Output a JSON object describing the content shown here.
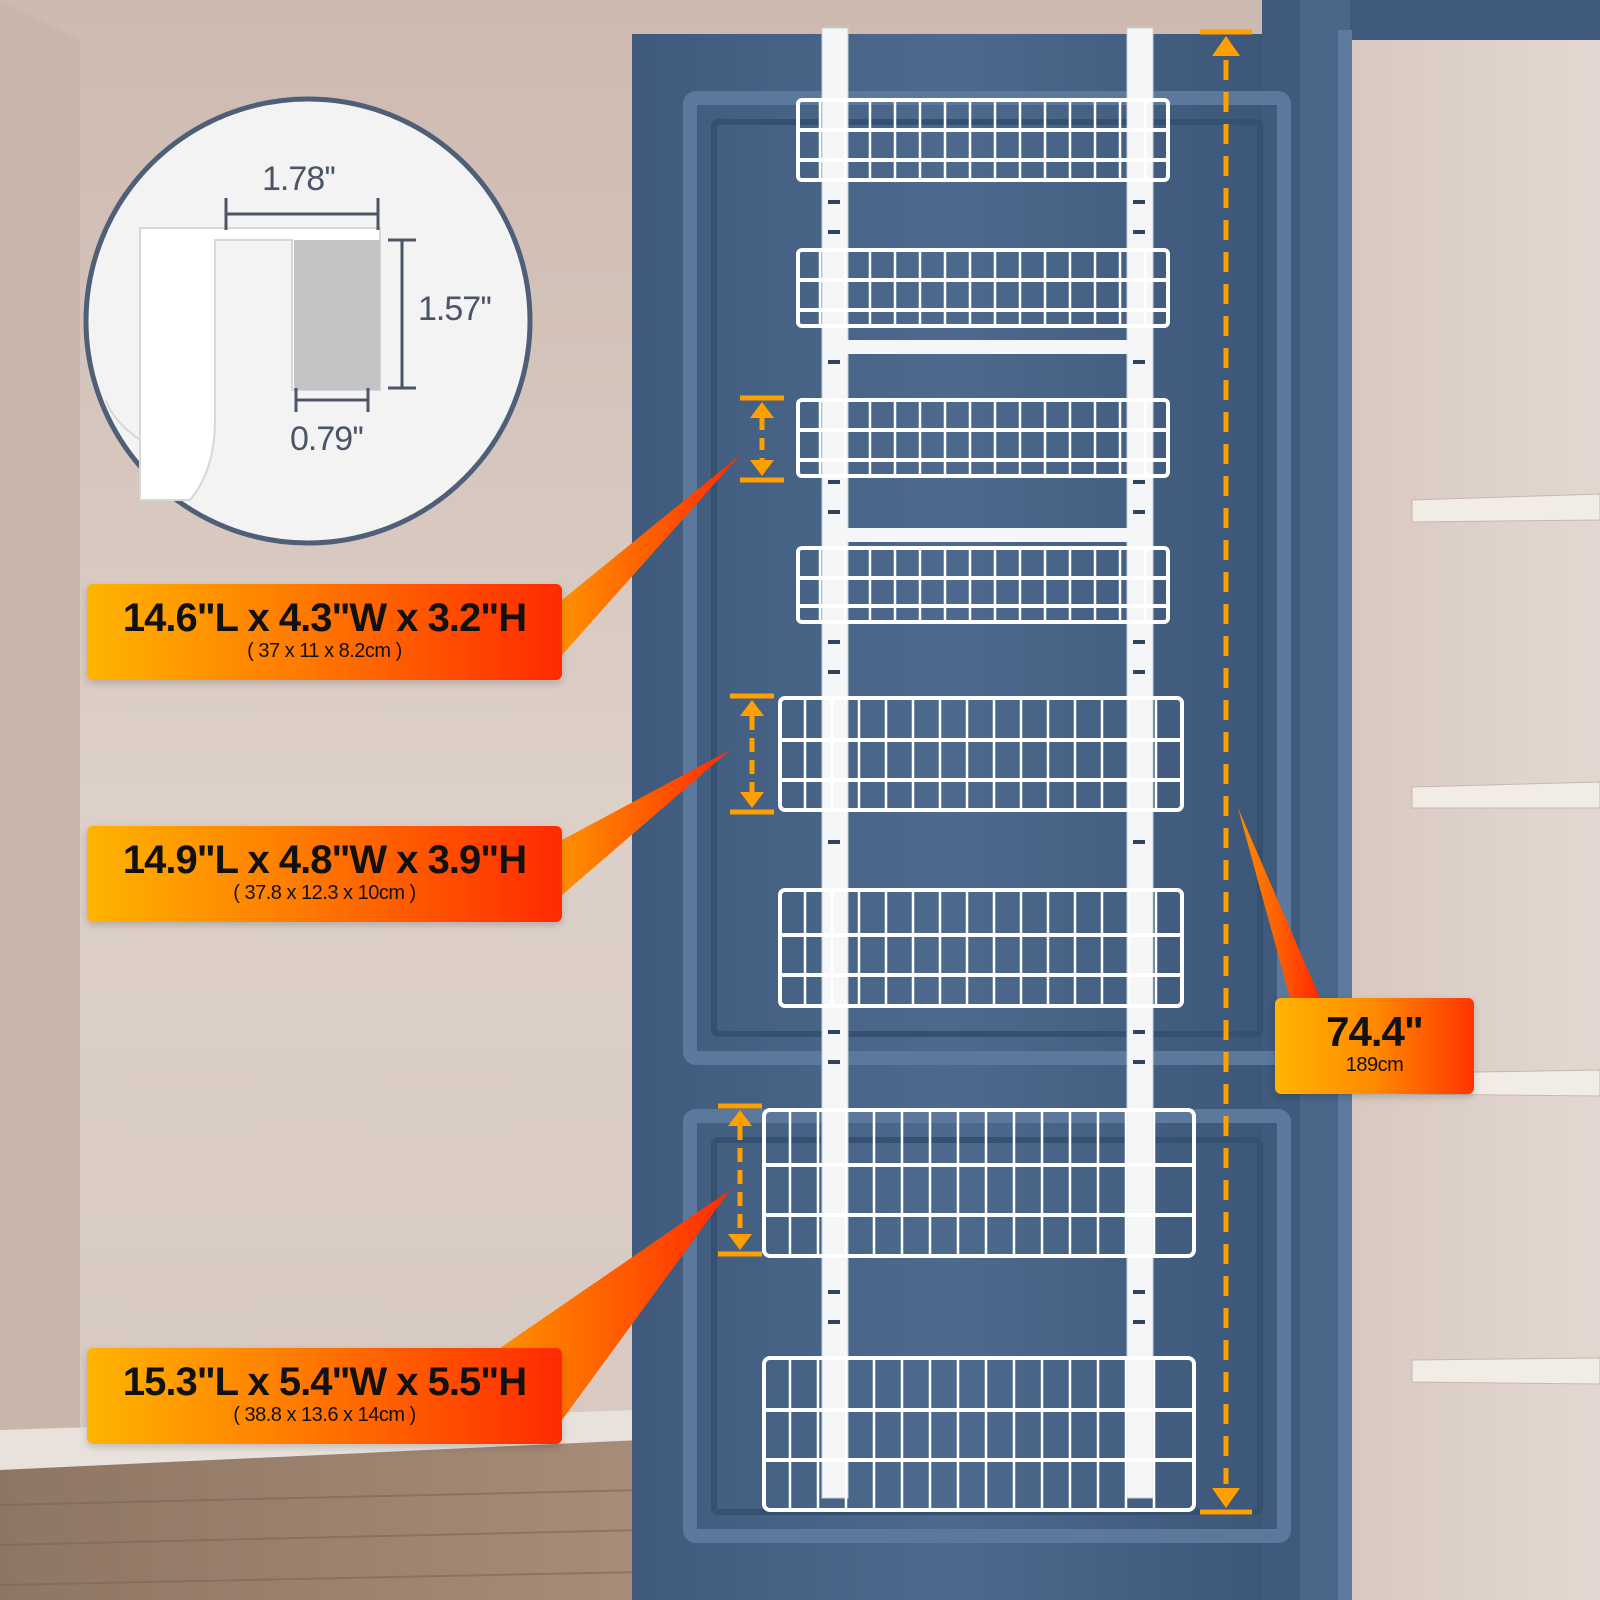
{
  "callouts": {
    "top": {
      "main": "14.6\"L x 4.3\"W x 3.2\"H",
      "sub": "( 37 x 11 x 8.2cm )"
    },
    "middle": {
      "main": "14.9\"L x 4.8\"W x 3.9\"H",
      "sub": "( 37.8 x 12.3 x 10cm )"
    },
    "bottom": {
      "main": "15.3\"L x 5.4\"W x 5.5\"H",
      "sub": "( 38.8 x 13.6 x 14cm )"
    },
    "total_height": {
      "main": "74.4\"",
      "sub": "189cm"
    }
  },
  "hook_inset": {
    "width_label": "1.78''",
    "height_label": "1.57''",
    "depth_label": "0.79''"
  },
  "colors": {
    "wall": "#d9cbc3",
    "door": "#4a6688",
    "rack": "#ffffff",
    "accent_orange": "#ffa000",
    "accent_red": "#ff2a00"
  }
}
